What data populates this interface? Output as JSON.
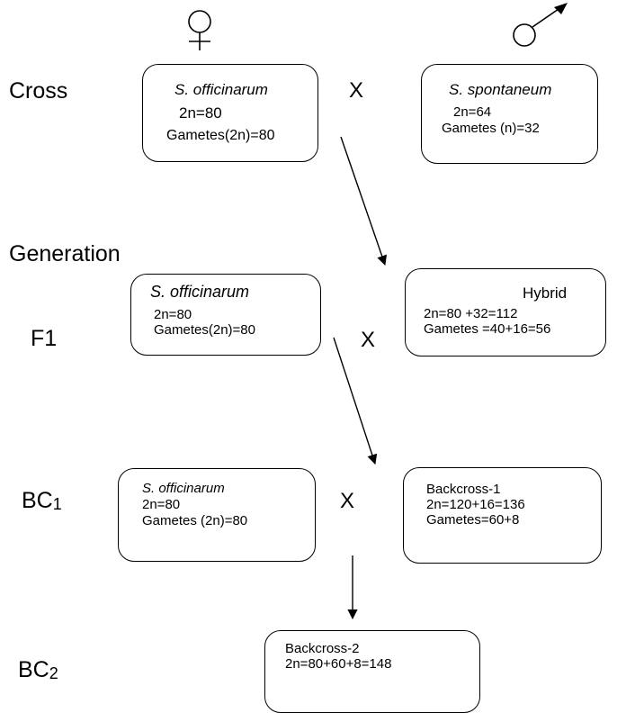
{
  "symbols": {
    "female": "female-symbol-icon",
    "male": "male-symbol-icon"
  },
  "row_labels": {
    "cross": "Cross",
    "generation": "Generation",
    "f1": "F1",
    "bc1_base": "BC",
    "bc1_sub": "1",
    "bc2_base": "BC",
    "bc2_sub": "2"
  },
  "cross_mark": "X",
  "cross_row": {
    "female_box": {
      "species": "S. officinarum",
      "chromosomes": "2n=80",
      "gametes": "Gametes(2n)=80"
    },
    "male_box": {
      "species": "S. spontaneum",
      "chromosomes": "2n=64",
      "gametes": "Gametes (n)=32"
    }
  },
  "f1_row": {
    "left_box": {
      "species": "S. officinarum",
      "chromosomes": "2n=80",
      "gametes": "Gametes(2n)=80"
    },
    "right_box": {
      "title": "Hybrid",
      "chromosomes": "2n=80 +32=112",
      "gametes": "Gametes =40+16=56"
    }
  },
  "bc1_row": {
    "left_box": {
      "species": "S. officinarum",
      "chromosomes": "2n=80",
      "gametes": "Gametes (2n)=80"
    },
    "right_box": {
      "title": "Backcross-1",
      "chromosomes": "2n=120+16=136",
      "gametes": "Gametes=60+8"
    }
  },
  "bc2_row": {
    "box": {
      "title": "Backcross-2",
      "chromosomes": "2n=80+60+8=148"
    }
  }
}
